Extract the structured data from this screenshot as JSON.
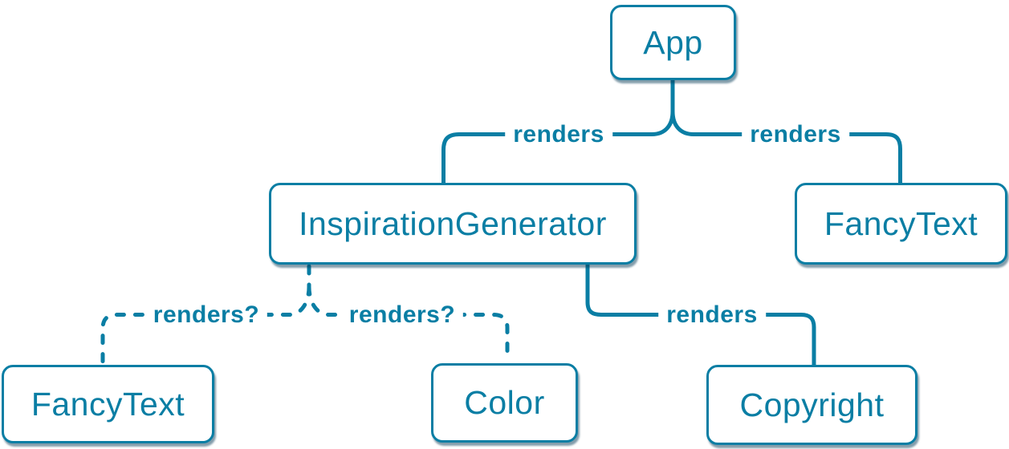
{
  "diagram": {
    "type": "tree",
    "colors": {
      "accent": "#0a7ea4",
      "fill": "#ffffff",
      "shadow": "rgba(8,60,87,0.5)",
      "bg": "#ffffff"
    },
    "nodes": [
      {
        "id": "app",
        "label": "App"
      },
      {
        "id": "inspiration-generator",
        "label": "InspirationGenerator"
      },
      {
        "id": "fancy-text-top",
        "label": "FancyText"
      },
      {
        "id": "fancy-text-bottom",
        "label": "FancyText"
      },
      {
        "id": "color",
        "label": "Color"
      },
      {
        "id": "copyright",
        "label": "Copyright"
      }
    ],
    "edges": [
      {
        "from": "App",
        "to": "InspirationGenerator",
        "label": "renders",
        "style": "solid"
      },
      {
        "from": "App",
        "to": "FancyText",
        "label": "renders",
        "style": "solid"
      },
      {
        "from": "InspirationGenerator",
        "to": "FancyText",
        "label": "renders?",
        "style": "dashed"
      },
      {
        "from": "InspirationGenerator",
        "to": "Color",
        "label": "renders?",
        "style": "dashed"
      },
      {
        "from": "InspirationGenerator",
        "to": "Copyright",
        "label": "renders",
        "style": "solid"
      }
    ]
  }
}
